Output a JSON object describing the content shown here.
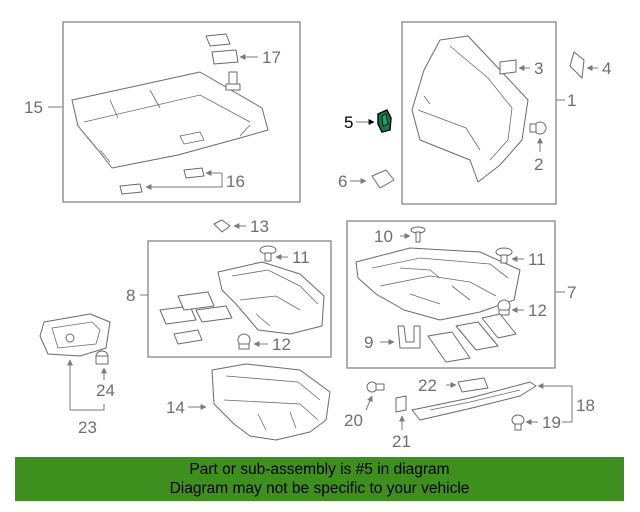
{
  "callouts": {
    "n1": "1",
    "n2": "2",
    "n3": "3",
    "n4": "4",
    "n5": "5",
    "n6": "6",
    "n7": "7",
    "n8": "8",
    "n9": "9",
    "n10": "10",
    "n11a": "11",
    "n11b": "11",
    "n12a": "12",
    "n12b": "12",
    "n13": "13",
    "n14": "14",
    "n15": "15",
    "n16": "16",
    "n17": "17",
    "n18": "18",
    "n19": "19",
    "n20": "20",
    "n21": "21",
    "n22": "22",
    "n23": "23",
    "n24": "24"
  },
  "highlight": {
    "part_number": "5",
    "color": "#0f7a4a"
  },
  "banner": {
    "line1": "Part or sub-assembly is #5 in diagram",
    "line2": "Diagram may not be specific to your vehicle",
    "background": "#3f8f1f"
  }
}
